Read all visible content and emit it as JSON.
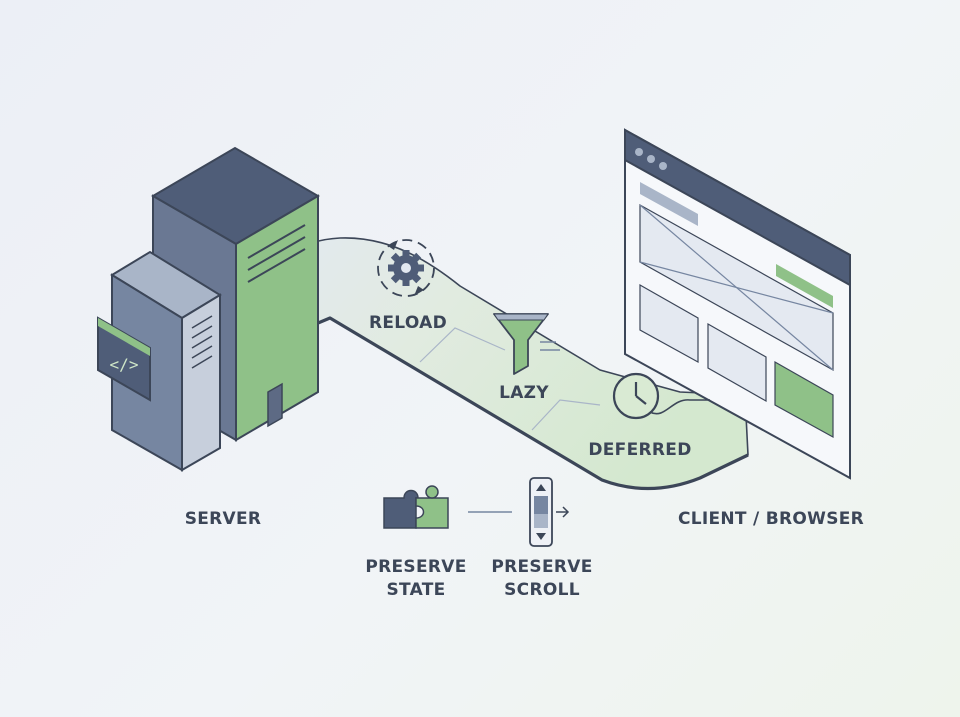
{
  "labels": {
    "server": "SERVER",
    "client": "CLIENT / BROWSER",
    "reload": "RELOAD",
    "lazy": "LAZY",
    "deferred": "DEFERRED",
    "preserve_state": [
      "PRESERVE",
      "STATE"
    ],
    "preserve_scroll": [
      "PRESERVE",
      "SCROLL"
    ]
  },
  "code_glyph": "</>",
  "colors": {
    "slate_dark": "#4f5d78",
    "slate": "#7686a1",
    "slate_light": "#a9b5c8",
    "green": "#8fc188",
    "green_light": "#d9ead3",
    "outline": "#3c4658",
    "path_fill": "#e2e8f1"
  }
}
